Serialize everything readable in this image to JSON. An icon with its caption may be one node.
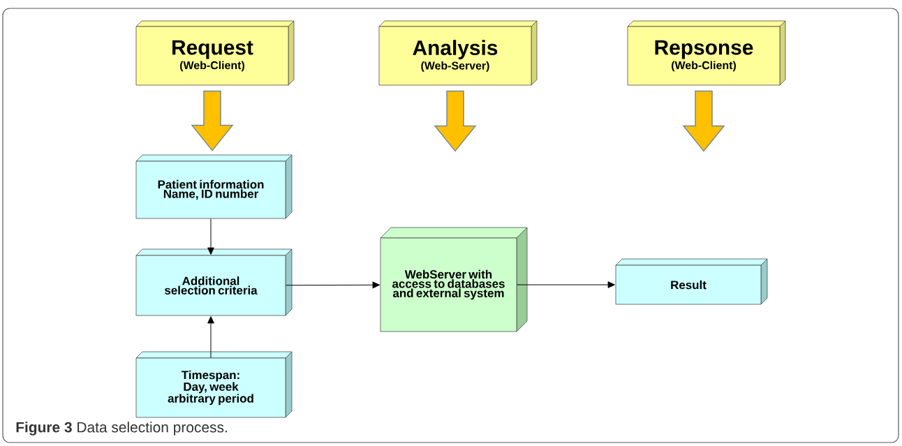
{
  "diagram": {
    "caption": "**Figure 3** Data selection process.",
    "nodes": [
      {
        "text": [
          "Request",
          "(Web-Client)"
        ]
      },
      {
        "text": [
          "Analysis",
          "(Web-Server)"
        ]
      },
      {
        "text": [
          "Repsonse",
          "(Web-Client)"
        ]
      },
      {
        "text": [
          "Patient information Name, ID number"
        ]
      },
      {
        "text": [
          "Additional selection criteria"
        ]
      },
      {
        "text": [
          "Timespan: Day, week arbitrary period"
        ]
      },
      {
        "text": [
          "WebServer with access to databases and external system"
        ]
      },
      {
        "text": [
          "Result"
        ]
      }
    ],
    "edges": [
      {
        "from": 0,
        "to": 3,
        "arrow": "to",
        "style": "thick",
        "color": "#ffc000"
      },
      {
        "from": 1,
        "to": null,
        "arrow": "to",
        "style": "thick",
        "color": "#ffc000"
      },
      {
        "from": 2,
        "to": null,
        "arrow": "to",
        "style": "thick",
        "color": "#ffc000"
      },
      {
        "from": 3,
        "to": 4,
        "arrow": "to"
      },
      {
        "from": 5,
        "to": 4,
        "arrow": "to"
      },
      {
        "from": 4,
        "to": 6,
        "arrow": "to"
      },
      {
        "from": 6,
        "to": 7,
        "arrow": "to"
      }
    ]
  }
}
